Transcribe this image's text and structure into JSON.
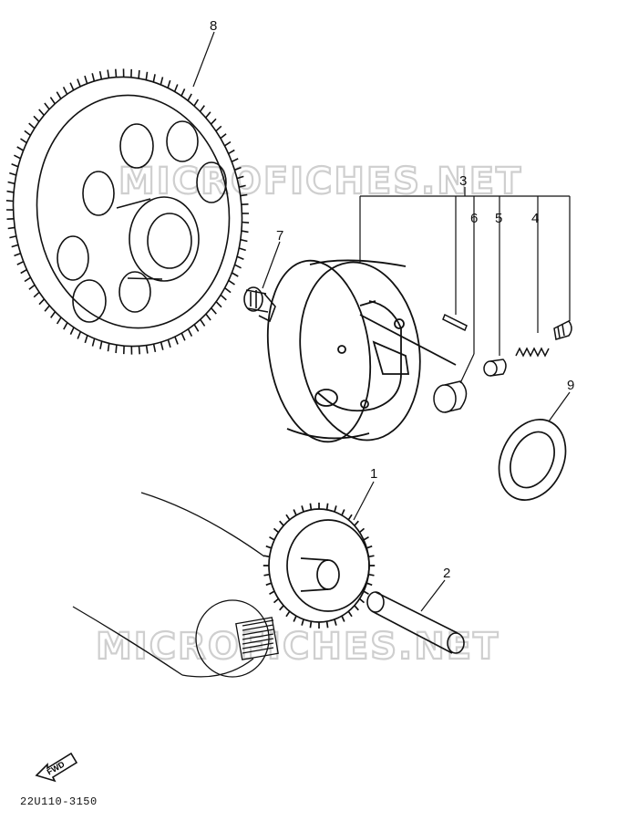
{
  "diagram": {
    "part_code": "22U110-3150",
    "fwd_label": "FWD",
    "watermark": "MICROFICHES.NET",
    "callouts": [
      {
        "id": "1",
        "label": "1"
      },
      {
        "id": "2",
        "label": "2"
      },
      {
        "id": "3",
        "label": "3"
      },
      {
        "id": "4",
        "label": "4"
      },
      {
        "id": "5",
        "label": "5"
      },
      {
        "id": "6",
        "label": "6"
      },
      {
        "id": "7",
        "label": "7"
      },
      {
        "id": "8",
        "label": "8"
      },
      {
        "id": "9",
        "label": "9"
      }
    ]
  }
}
